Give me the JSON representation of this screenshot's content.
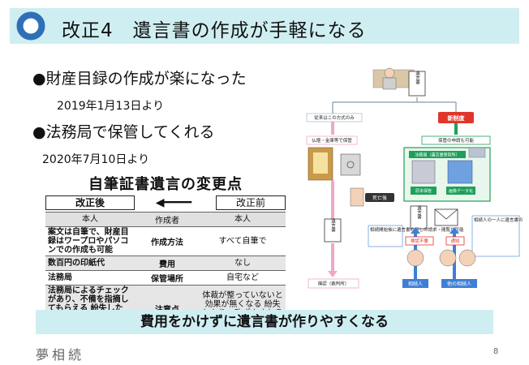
{
  "slide": {
    "title": "改正4　遺言書の作成が手軽になる",
    "bullet1": "●財産目録の作成が楽になった",
    "bullet1_date": "2019年1月13日より",
    "bullet2": "●法務局で保管してくれる",
    "bullet2_date": "2020年7月10日より",
    "conclusion": "費用をかけずに遺言書が作りやすくなる",
    "brand": "夢相続",
    "page_number": "8"
  },
  "table": {
    "title": "自筆証書遺言の変更点",
    "after_label": "改正後",
    "arrow": "◀━━━━",
    "before_label": "改正前",
    "header": {
      "after": "本人",
      "item": "作成者",
      "before": "本人"
    },
    "rows": [
      {
        "after": "案文は自筆で、財産目録はワープロやパソコンでの作成も可能",
        "item": "作成方法",
        "before": "すべて自筆で"
      },
      {
        "after": "数百円の印紙代",
        "item": "費用",
        "before": "なし"
      },
      {
        "after": "法務局",
        "item": "保管場所",
        "before": "自宅など"
      },
      {
        "after": "法務局によるチェックがあり、不備を指摘してもらえる 紛失したり、改ざんされる可能性がない",
        "item": "注意点",
        "before": "体裁が整っていないと効果が無くなる 紛失したり、改ざんされる可能性がある"
      }
    ]
  },
  "diagram": {
    "doc_label": "遺言書",
    "old_system": "従来はこの方式のみ",
    "new_system": "新制度",
    "old_storage": "仏壇・金庫等で保管",
    "new_storage": "保管の申請も可能",
    "bureau": "法務局（遺言書保管所）",
    "original": "原本保管",
    "image_data": "画像データ化",
    "death": "死亡後",
    "probate_needed": "検認（裁判所）",
    "no_probate": "検認不要",
    "notice": "通知",
    "heir_note": "相続開始後に遺言書の写しの請求・閲覧が可能",
    "other_note": "相続人の一人に遺言書の写しを交付したとき、または閲覧させたとき他の相続人に遺言書が保管されていることを通知",
    "heir": "相続人",
    "other_heirs": "他の相続人",
    "colors": {
      "green": "#1ea05a",
      "pink": "#f0a8c8",
      "blue": "#3e7fd6",
      "red": "#e0352b"
    }
  }
}
